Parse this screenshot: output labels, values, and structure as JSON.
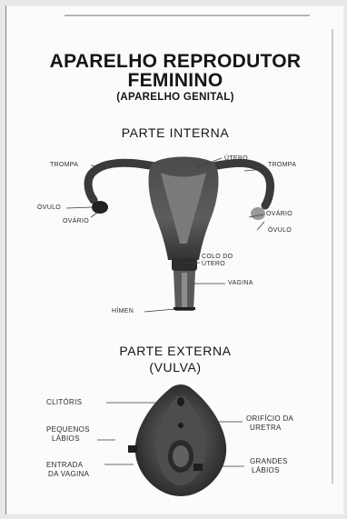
{
  "header": {
    "title_line1": "APARELHO REPRODUTOR",
    "title_line2": "FEMININO",
    "subtitle": "(APARELHO GENITAL)"
  },
  "internal": {
    "heading": "PARTE INTERNA",
    "labels": {
      "trompa_left": "TROMPA",
      "utero": "ÚTERO",
      "trompa_right": "TROMPA",
      "ovulo_left": "ÓVULO",
      "ovario_left": "OVÁRIO",
      "ovario_right": "OVÁRIO",
      "ovulo_right": "ÓVULO",
      "colo_line1": "COLO DO",
      "colo_line2": "ÚTERO",
      "vagina": "VAGINA",
      "hymen": "HÍMEN"
    }
  },
  "external": {
    "heading_line1": "PARTE EXTERNA",
    "heading_line2": "(VULVA)",
    "labels": {
      "clitoris": "CLITÓRIS",
      "pequenos_line1": "PEQUENOS",
      "pequenos_line2": "LÁBIOS",
      "entrada_line1": "ENTRADA",
      "entrada_line2": "DA VAGINA",
      "orificio_line1": "ORIFÍCIO DA",
      "orificio_line2": "URETRA",
      "grandes_line1": "GRANDES",
      "grandes_line2": "LÁBIOS"
    }
  },
  "colors": {
    "ink": "#151515",
    "organ_dark": "#3f3f3f",
    "organ_mid": "#6e6e6e",
    "organ_light": "#a8a8a8",
    "paper": "#fbfbfb"
  }
}
